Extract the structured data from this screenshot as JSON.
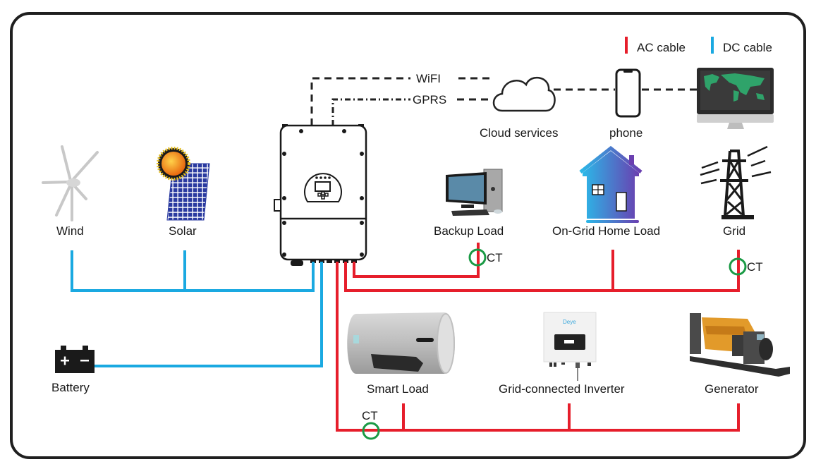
{
  "legend": {
    "ac_label": "AC cable",
    "dc_label": "DC cable",
    "ac_color": "#e61e2b",
    "dc_color": "#1aa9e1"
  },
  "communication": {
    "wifi_label": "WiFI",
    "gprs_label": "GPRS"
  },
  "nodes": {
    "cloud": "Cloud services",
    "phone": "phone",
    "wind": "Wind",
    "solar": "Solar",
    "battery": "Battery",
    "backup_load": "Backup Load",
    "home_load": "On-Grid Home Load",
    "grid": "Grid",
    "smart_load": "Smart Load",
    "grid_inverter": "Grid-connected Inverter",
    "generator": "Generator"
  },
  "ct_labels": {
    "backup": "CT",
    "grid": "CT",
    "smart": "CT"
  },
  "inverter_logo": "Deye",
  "colors": {
    "ct_ring": "#1a9a45",
    "border": "#1f1f1f"
  }
}
